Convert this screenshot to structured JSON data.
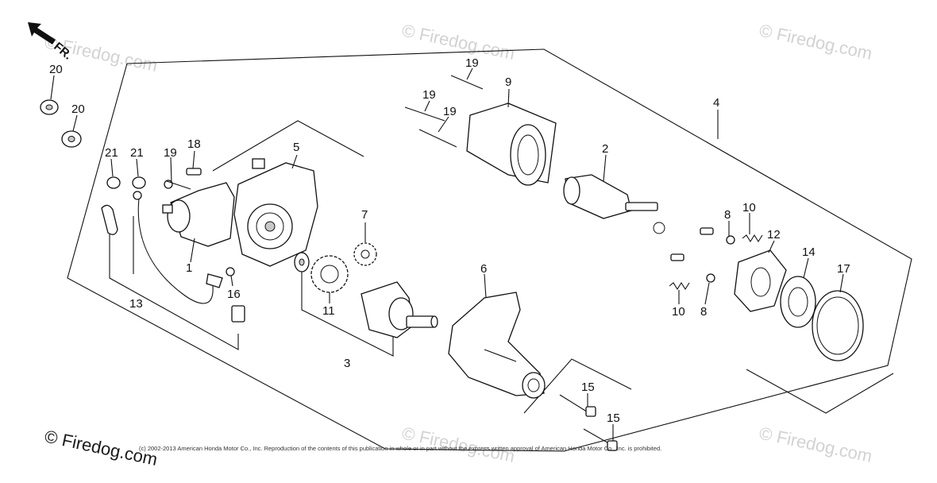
{
  "orientation": {
    "label": "FR.",
    "icon": "front-arrow-icon"
  },
  "watermarks": {
    "site": "© Firedog.com",
    "corner_mark": "© Firedog.com"
  },
  "copyright": "(c) 2002-2013 American Honda Motor Co., Inc. Reproduction of the contents of this publication in whole or in part without the express written approval of American Honda Motor Co., Inc. is prohibited.",
  "callouts": {
    "c1": "1",
    "c2": "2",
    "c3": "3",
    "c4": "4",
    "c5": "5",
    "c6": "6",
    "c7": "7",
    "c8a": "8",
    "c8b": "8",
    "c9": "9",
    "c10a": "10",
    "c10b": "10",
    "c11": "11",
    "c12": "12",
    "c13": "13",
    "c14": "14",
    "c15a": "15",
    "c15b": "15",
    "c16": "16",
    "c17": "17",
    "c18": "18",
    "c19a": "19",
    "c19b": "19",
    "c19c": "19",
    "c19d": "19",
    "c20a": "20",
    "c20b": "20",
    "c21a": "21",
    "c21b": "21"
  }
}
